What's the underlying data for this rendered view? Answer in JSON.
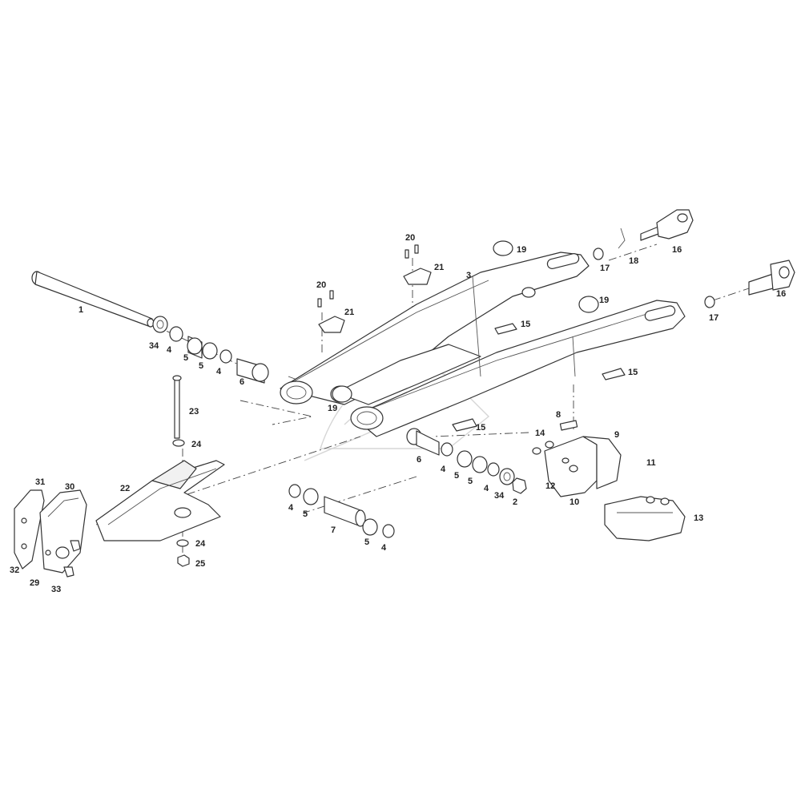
{
  "accent_color": "#222222",
  "line_color": "#333333",
  "callouts": {
    "c1": "1",
    "c2": "2",
    "c3": "3",
    "c4a": "4",
    "c4b": "4",
    "c4c": "4",
    "c4d": "4",
    "c4e": "4",
    "c4f": "4",
    "c5a": "5",
    "c5b": "5",
    "c5c": "5",
    "c5d": "5",
    "c5e": "5",
    "c5f": "5",
    "c6a": "6",
    "c6b": "6",
    "c7": "7",
    "c8": "8",
    "c9": "9",
    "c10": "10",
    "c11": "11",
    "c12": "12",
    "c13": "13",
    "c14": "14",
    "c15a": "15",
    "c15b": "15",
    "c15c": "15",
    "c16a": "16",
    "c16b": "16",
    "c17a": "17",
    "c17b": "17",
    "c18": "18",
    "c19a": "19",
    "c19b": "19",
    "c19c": "19",
    "c20a": "20",
    "c20b": "20",
    "c21a": "21",
    "c21b": "21",
    "c22": "22",
    "c23": "23",
    "c24a": "24",
    "c24b": "24",
    "c25": "25",
    "c29": "29",
    "c30": "30",
    "c31": "31",
    "c32": "32",
    "c33": "33",
    "c34a": "34",
    "c34b": "34"
  },
  "icons": {
    "swingarm": "swingarm-icon",
    "axle": "pivot-axle-icon",
    "chain-guide": "chain-guide-icon",
    "chain-slider": "chain-slider-icon"
  }
}
